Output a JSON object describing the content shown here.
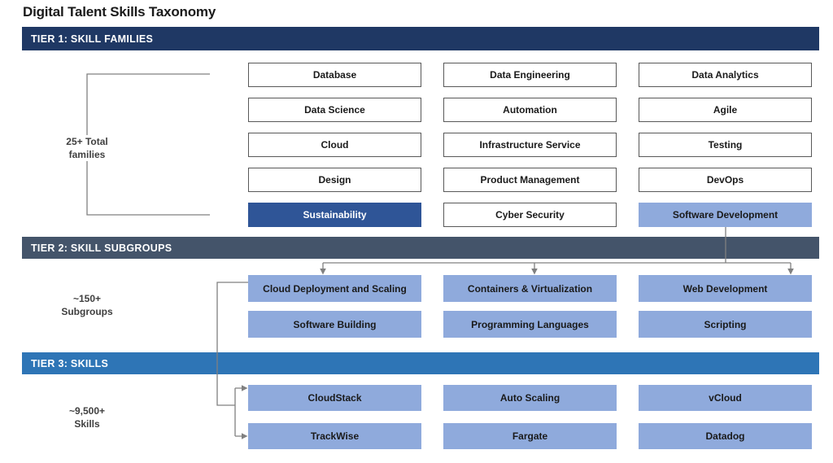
{
  "title": "Digital Talent Skills Taxonomy",
  "colors": {
    "tier1_banner": "#1f3864",
    "tier2_banner": "#44546a",
    "tier3_banner": "#2e75b6",
    "highlight_dark_box": "#2f5597",
    "highlight_light_box": "#8faadc",
    "plain_box_border": "#595959",
    "connector_line": "#808080"
  },
  "tier1": {
    "banner": "TIER 1: SKILL FAMILIES",
    "side_label": {
      "line1": "25+ Total",
      "line2": "families"
    },
    "boxes": [
      {
        "label": "Database",
        "style": "plain"
      },
      {
        "label": "Data Engineering",
        "style": "plain"
      },
      {
        "label": "Data Analytics",
        "style": "plain"
      },
      {
        "label": "Data Science",
        "style": "plain"
      },
      {
        "label": "Automation",
        "style": "plain"
      },
      {
        "label": "Agile",
        "style": "plain"
      },
      {
        "label": "Cloud",
        "style": "plain"
      },
      {
        "label": "Infrastructure Service",
        "style": "plain"
      },
      {
        "label": "Testing",
        "style": "plain"
      },
      {
        "label": "Design",
        "style": "plain"
      },
      {
        "label": "Product Management",
        "style": "plain"
      },
      {
        "label": "DevOps",
        "style": "plain"
      },
      {
        "label": "Sustainability",
        "style": "highlight-dark"
      },
      {
        "label": "Cyber Security",
        "style": "plain"
      },
      {
        "label": "Software Development",
        "style": "highlight-light"
      }
    ]
  },
  "tier2": {
    "banner": "TIER 2: SKILL SUBGROUPS",
    "side_label": {
      "line1": "~150+",
      "line2": "Subgroups"
    },
    "boxes": [
      {
        "label": "Cloud Deployment and Scaling"
      },
      {
        "label": "Containers & Virtualization"
      },
      {
        "label": "Web Development"
      },
      {
        "label": "Software Building"
      },
      {
        "label": "Programming Languages"
      },
      {
        "label": "Scripting"
      }
    ]
  },
  "tier3": {
    "banner": "TIER 3: SKILLS",
    "side_label": {
      "line1": "~9,500+",
      "line2": "Skills"
    },
    "boxes": [
      {
        "label": "CloudStack"
      },
      {
        "label": "Auto Scaling"
      },
      {
        "label": "vCloud"
      },
      {
        "label": "TrackWise"
      },
      {
        "label": "Fargate"
      },
      {
        "label": "Datadog"
      }
    ]
  }
}
